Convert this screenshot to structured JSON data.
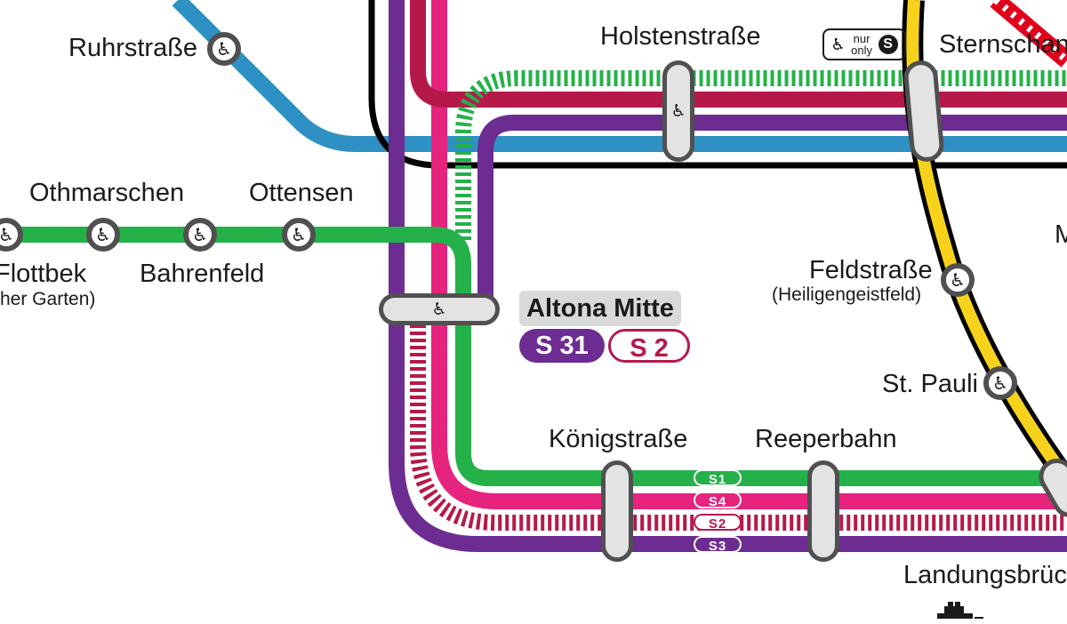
{
  "colors": {
    "s1": "#25b14a",
    "s2": "#b5194a",
    "s3": "#6c2c91",
    "s4": "#e6237d",
    "s31": "#6c2c91",
    "u3": "#f6d21c",
    "u2": "#2e90c3",
    "black_line": "#000000",
    "red_line": "#e3001b",
    "stop_border": "#505050",
    "station_fill": "#e3e3e3"
  },
  "icons": {
    "accessible": "wheelchair-icon",
    "s_bahn": "s-bahn-icon",
    "ferry": "ferry-icon"
  },
  "stations": {
    "ruhrstrasse": "Ruhrstraße",
    "holstenstrasse": "Holstenstraße",
    "sternschanze": "Sternschanz",
    "othmarschen": "Othmarschen",
    "ottensen": "Ottensen",
    "flottbek": "Flottbek",
    "flottbek_sub": "her Garten)",
    "bahrenfeld": "Bahrenfeld",
    "altona_mitte": "Altona Mitte",
    "feldstrasse": "Feldstraße",
    "feldstrasse_sub": "(Heiligengeistfeld)",
    "st_pauli": "St. Pauli",
    "koenigstrasse": "Königstraße",
    "reeperbahn": "Reeperbahn",
    "landungsbruecken": "Landungsbrück",
    "edge_m": "M"
  },
  "line_labels": {
    "s1": "S1",
    "s4": "S4",
    "s2": "S2",
    "s3": "S3",
    "altona_s31": "S 31",
    "altona_s2": "S 2"
  },
  "notes": {
    "nur": "nur",
    "only": "only"
  }
}
